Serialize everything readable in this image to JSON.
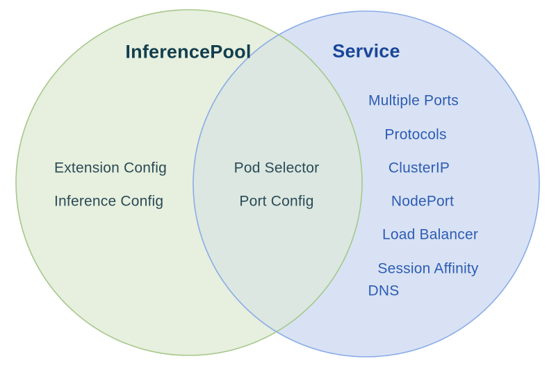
{
  "diagram": {
    "type": "venn",
    "left_circle": {
      "title": "InferencePool",
      "items": [
        "Extension Config",
        "Inference Config"
      ]
    },
    "overlap": {
      "items": [
        "Pod Selector",
        "Port Config"
      ]
    },
    "right_circle": {
      "title": "Service",
      "items": [
        "Multiple Ports",
        "Protocols",
        "ClusterIP",
        "NodePort",
        "Load Balancer",
        "Session Affinity",
        "DNS"
      ]
    },
    "colors": {
      "left_fill": "#e7efde",
      "left_stroke": "#a6c88a",
      "left_title": "#123f4e",
      "left_text": "#2b4b57",
      "overlap_fill": "#dbe7e0",
      "overlap_text": "#2b4b57",
      "right_fill": "#d8e2f4",
      "right_stroke": "#8aabe8",
      "right_title": "#1a4698",
      "right_text": "#2e5cb3"
    }
  }
}
